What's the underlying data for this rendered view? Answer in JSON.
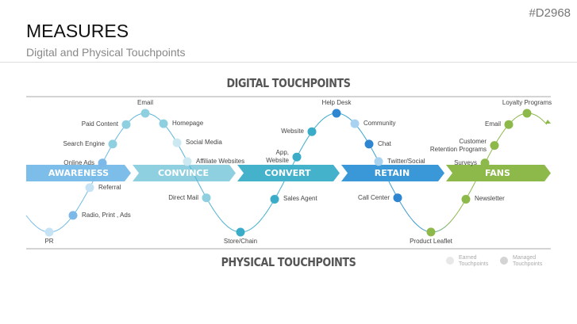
{
  "header": {
    "title": "MEASURES",
    "subtitle": "Digital and Physical Touchpoints",
    "code": "#D2968"
  },
  "sections": {
    "digital": "DIGITAL TOUCHPOINTS",
    "physical": "PHYSICAL TOUCHPOINTS"
  },
  "stages": [
    {
      "label": "AWARENESS",
      "color": "#7dbde9"
    },
    {
      "label": "CONVINCE",
      "color": "#8fd0e0"
    },
    {
      "label": "CONVERT",
      "color": "#45b2cc"
    },
    {
      "label": "RETAIN",
      "color": "#3a98d8"
    },
    {
      "label": "FANS",
      "color": "#8db84a"
    }
  ],
  "touchpoints": [
    {
      "label": "PR",
      "color": "#c5e3f5"
    },
    {
      "label": "Radio, Print , Ads",
      "color": "#7cb8e8"
    },
    {
      "label": "Referral",
      "color": "#c5e3f5"
    },
    {
      "label": "Online Ads",
      "color": "#7cb8e8"
    },
    {
      "label": "Search Engine",
      "color": "#8fd0e0"
    },
    {
      "label": "Paid Content",
      "color": "#8fd0e0"
    },
    {
      "label": "Email",
      "color": "#8fd0e0"
    },
    {
      "label": "Homepage",
      "color": "#8fd0e0"
    },
    {
      "label": "Social Media",
      "color": "#cce9f2"
    },
    {
      "label": "Affiliate Websites",
      "color": "#cce9f2"
    },
    {
      "label": "Direct Mail",
      "color": "#8fd0e0"
    },
    {
      "label": "Store/Chain",
      "color": "#3aacc8"
    },
    {
      "label": "Sales Agent",
      "color": "#3aacc8"
    },
    {
      "label": "App,\nWebsite",
      "color": "#3aacc8"
    },
    {
      "label": "Website",
      "color": "#3aacc8"
    },
    {
      "label": "Help Desk",
      "color": "#2e86d0"
    },
    {
      "label": "Community",
      "color": "#a8d2f0"
    },
    {
      "label": "Chat",
      "color": "#2e86d0"
    },
    {
      "label": "Twitter/Social",
      "color": "#a8d2f0"
    },
    {
      "label": "Call Center",
      "color": "#2e86d0"
    },
    {
      "label": "Product Leaflet",
      "color": "#8db84a"
    },
    {
      "label": "Newsletter",
      "color": "#8db84a"
    },
    {
      "label": "Surveys",
      "color": "#8db84a"
    },
    {
      "label": "Customer\nRetention Programs",
      "color": "#8db84a"
    },
    {
      "label": "Email",
      "color": "#8db84a"
    },
    {
      "label": "Loyalty Programs",
      "color": "#8db84a"
    }
  ],
  "legend": [
    {
      "label": "Earned Touchpoints",
      "color": "#e8e8e8"
    },
    {
      "label": "Managed Touchpoints",
      "color": "#d4d4d4"
    }
  ]
}
